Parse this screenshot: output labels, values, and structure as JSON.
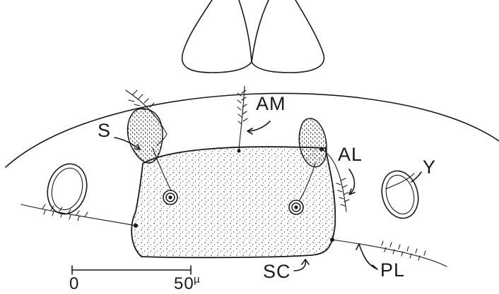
{
  "labels": {
    "s": "S",
    "am": "AM",
    "al": "AL",
    "y": "Y",
    "sc": "SC",
    "pl": "PL"
  },
  "scale_bar": {
    "start": "0",
    "end": "50",
    "unit": "µ"
  },
  "colors": {
    "ink": "#1a1a1a",
    "background": "#ffffff"
  }
}
